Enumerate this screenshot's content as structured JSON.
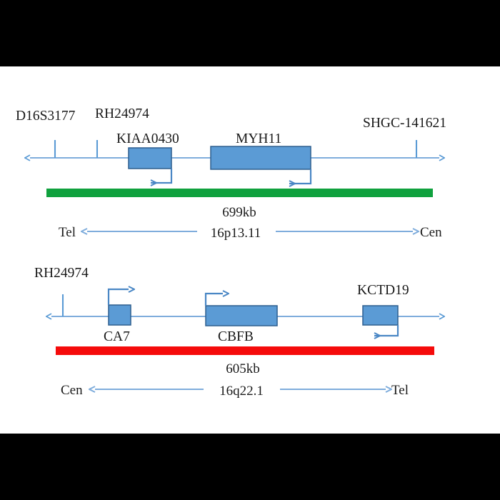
{
  "figure": {
    "type": "genomic-locus-diagram",
    "background": "#ffffff",
    "letterbox": "#000000",
    "gene_box_color": "#5B9BD5",
    "gene_box_border": "#2E5E8E",
    "axis_color": "#7FADDC"
  },
  "panels": [
    {
      "id": "panel-top",
      "band": "16p13.11",
      "span_size": "699kb",
      "region_bar_color": "#10A13E",
      "left_end_label": "Tel",
      "right_end_label": "Cen",
      "markers": [
        {
          "name": "D16S3177"
        },
        {
          "name": "RH24974"
        },
        {
          "name": "SHGC-141621"
        }
      ],
      "genes": [
        {
          "name": "KIAA0430",
          "strand": "minus"
        },
        {
          "name": "MYH11",
          "strand": "minus"
        }
      ]
    },
    {
      "id": "panel-bottom",
      "band": "16q22.1",
      "span_size": "605kb",
      "region_bar_color": "#F50B0B",
      "left_end_label": "Cen",
      "right_end_label": "Tel",
      "markers": [
        {
          "name": "RH24974"
        }
      ],
      "genes": [
        {
          "name": "CA7",
          "strand": "plus"
        },
        {
          "name": "CBFB",
          "strand": "plus"
        },
        {
          "name": "KCTD19",
          "strand": "minus"
        }
      ]
    }
  ]
}
